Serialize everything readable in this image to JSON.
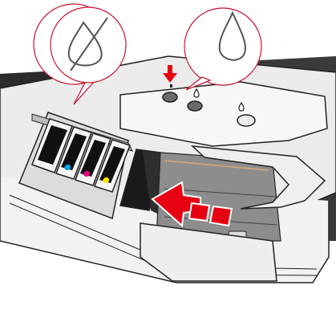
{
  "figure": {
    "icons": {
      "left_callout": "no-ink-drop-icon",
      "right_callout": "ink-drop-icon",
      "button_indicator": "pointer-arrow-icon",
      "motion_indicator": "movement-arrow-icon"
    },
    "cartridges": [
      {
        "slot": 1,
        "color_name": "black",
        "color": "#000000"
      },
      {
        "slot": 2,
        "color_name": "cyan",
        "color": "#00a8e6"
      },
      {
        "slot": 3,
        "color_name": "magenta",
        "color": "#e6007e"
      },
      {
        "slot": 4,
        "color_name": "yellow",
        "color": "#ffe600"
      }
    ],
    "accent_color": "#e60012",
    "outline_color": "#222222",
    "body_color": "#ececec"
  }
}
